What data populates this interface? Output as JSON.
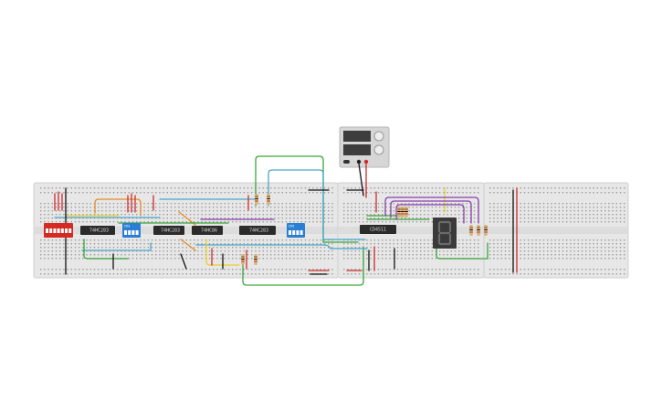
{
  "colors": {
    "board": "#e7e7e7",
    "board_edge": "#cfcfcf",
    "hole": "#9a9a9a",
    "rail_red": "#d9302b",
    "rail_black": "#222222",
    "chip": "#2b2b2b",
    "dip_red": "#d42a22",
    "dip_blue": "#2a7fd4",
    "display": "#3a3a3a",
    "segment_off": "#6b6b6b",
    "wire_green": "#3aa63a",
    "wire_blue": "#49a7c9",
    "wire_orange": "#e58b27",
    "wire_red": "#d22b2b",
    "wire_yellow": "#e9cf2c",
    "wire_purple": "#8a3fb0",
    "wire_black": "#111111",
    "psu_body": "#d6d6d6",
    "psu_screen": "#3d3d3d"
  },
  "components": {
    "chips": [
      {
        "id": "chip-1",
        "label": "74HC283"
      },
      {
        "id": "chip-2",
        "label": "74HC283"
      },
      {
        "id": "chip-3",
        "label": "74HC86"
      },
      {
        "id": "chip-4",
        "label": "74HC283"
      },
      {
        "id": "chip-5",
        "label": "CD4511"
      }
    ],
    "dip_switch_labels": [
      "ON",
      "ON",
      "ON"
    ]
  }
}
